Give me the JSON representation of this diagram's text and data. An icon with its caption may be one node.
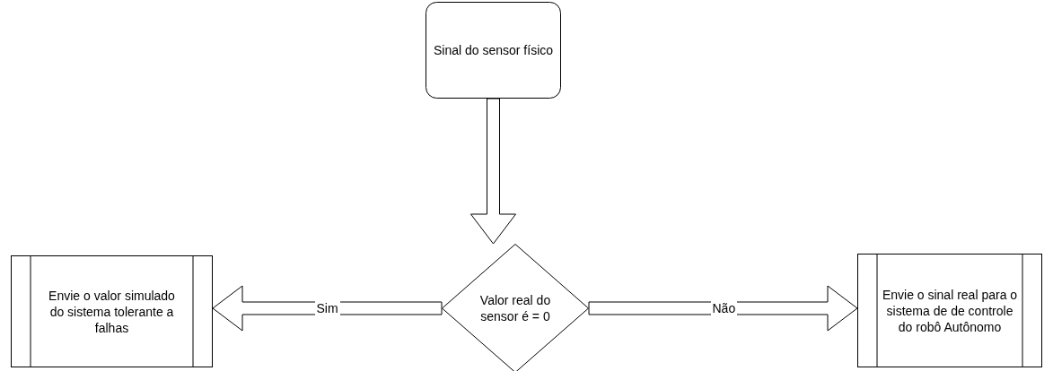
{
  "diagram": {
    "nodes": [
      {
        "text": [
          "Sinal do sensor físico"
        ]
      },
      {
        "text": [
          "Valor real do sensor é = 0"
        ]
      },
      {
        "text": [
          "Envie o valor simulado do sistema tolerante a falhas"
        ]
      },
      {
        "text": [
          "Envie o sinal real para o sistema de de controle do robô Autônomo"
        ]
      }
    ],
    "edges": [
      {
        "from": 0,
        "to": 1,
        "arrow": "to"
      },
      {
        "from": 1,
        "to": 2,
        "arrow": "to",
        "label": "Sim"
      },
      {
        "from": 1,
        "to": 3,
        "arrow": "to",
        "label": "Não"
      }
    ]
  }
}
